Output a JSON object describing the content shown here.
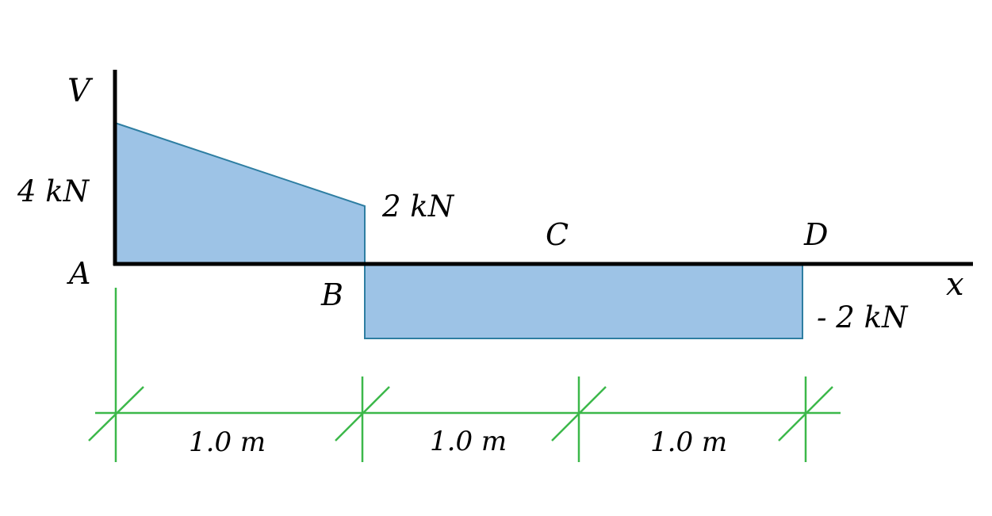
{
  "diagram": {
    "type": "shear-force-diagram",
    "axes": {
      "vertical_label": "V",
      "horizontal_label": "x"
    },
    "points": {
      "a": "A",
      "b": "B",
      "c": "C",
      "d": "D"
    },
    "values": {
      "left_value": "4 kN",
      "at_b_value": "2 kN",
      "negative_value": "- 2 kN"
    },
    "dimensions": {
      "ab": "1.0 m",
      "bc": "1.0 m",
      "cd": "1.0 m"
    },
    "colors": {
      "fill": "#9dc3e6",
      "outline": "#2e7ea2",
      "axis": "#000000",
      "dimension": "#3cb84a"
    }
  }
}
